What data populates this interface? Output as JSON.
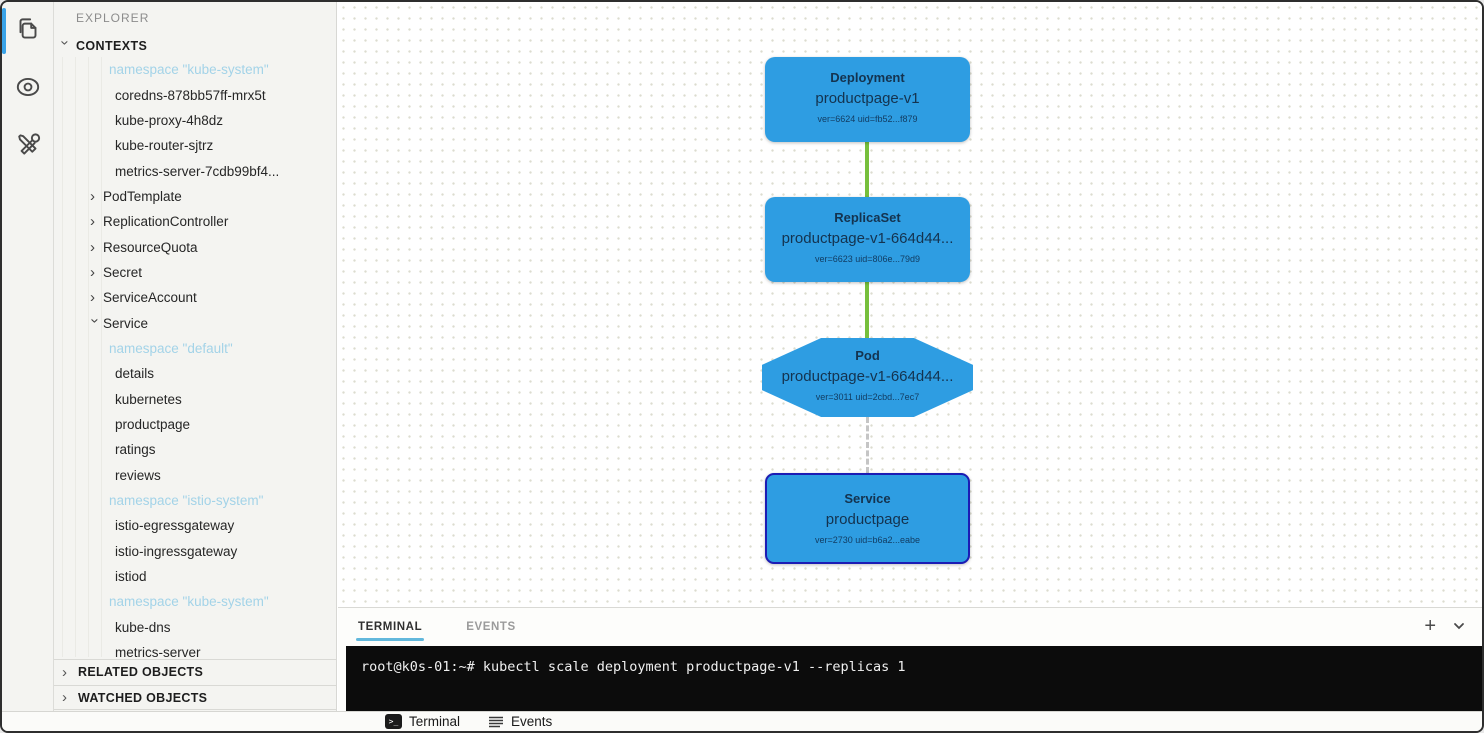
{
  "colors": {
    "accent_blue": "#39a3e8",
    "node_fill": "#2e9de2",
    "node_text": "#14334f",
    "edge_green": "#76bf3c",
    "edge_dashed_gray": "#c5c5c5",
    "selected_node_border": "#1c1cb4",
    "namespace_text": "#a3d3e8",
    "active_tab_underline": "#62b8dc",
    "terminal_bg": "#0c0c0c"
  },
  "activity_bar": {
    "items": [
      {
        "id": "explorer",
        "icon": "copy-icon",
        "active": true
      },
      {
        "id": "watch",
        "icon": "eye-icon",
        "active": false
      },
      {
        "id": "tools",
        "icon": "tools-icon",
        "active": false
      }
    ]
  },
  "sidebar": {
    "header": "EXPLORER",
    "contexts_label": "CONTEXTS",
    "related_label": "RELATED OBJECTS",
    "watched_label": "WATCHED OBJECTS",
    "tree": [
      {
        "label": "namespace \"kube-system\"",
        "type": "namespace"
      },
      {
        "label": "coredns-878bb57ff-mrx5t",
        "type": "leaf"
      },
      {
        "label": "kube-proxy-4h8dz",
        "type": "leaf"
      },
      {
        "label": "kube-router-sjtrz",
        "type": "leaf"
      },
      {
        "label": "metrics-server-7cdb99bf4...",
        "type": "leaf"
      },
      {
        "label": "PodTemplate",
        "type": "collapsed"
      },
      {
        "label": "ReplicationController",
        "type": "collapsed"
      },
      {
        "label": "ResourceQuota",
        "type": "collapsed"
      },
      {
        "label": "Secret",
        "type": "collapsed"
      },
      {
        "label": "ServiceAccount",
        "type": "collapsed"
      },
      {
        "label": "Service",
        "type": "expanded"
      },
      {
        "label": "namespace \"default\"",
        "type": "namespace"
      },
      {
        "label": "details",
        "type": "leaf"
      },
      {
        "label": "kubernetes",
        "type": "leaf"
      },
      {
        "label": "productpage",
        "type": "leaf"
      },
      {
        "label": "ratings",
        "type": "leaf"
      },
      {
        "label": "reviews",
        "type": "leaf"
      },
      {
        "label": "namespace \"istio-system\"",
        "type": "namespace"
      },
      {
        "label": "istio-egressgateway",
        "type": "leaf"
      },
      {
        "label": "istio-ingressgateway",
        "type": "leaf"
      },
      {
        "label": "istiod",
        "type": "leaf"
      },
      {
        "label": "namespace \"kube-system\"",
        "type": "namespace"
      },
      {
        "label": "kube-dns",
        "type": "leaf"
      },
      {
        "label": "metrics-server",
        "type": "leaf"
      }
    ]
  },
  "graph": {
    "nodes": [
      {
        "kind": "Deployment",
        "name": "productpage-v1",
        "meta": "ver=6624 uid=fb52...f879",
        "shape": "rounded-rect",
        "selected": false
      },
      {
        "kind": "ReplicaSet",
        "name": "productpage-v1-664d44...",
        "meta": "ver=6623 uid=806e...79d9",
        "shape": "rounded-rect",
        "selected": false
      },
      {
        "kind": "Pod",
        "name": "productpage-v1-664d44...",
        "meta": "ver=3011 uid=2cbd...7ec7",
        "shape": "octagon",
        "selected": false
      },
      {
        "kind": "Service",
        "name": "productpage",
        "meta": "ver=2730 uid=b6a2...eabe",
        "shape": "rounded-rect",
        "selected": true
      }
    ],
    "edges": [
      {
        "from": "Deployment",
        "to": "ReplicaSet",
        "style": "solid-green"
      },
      {
        "from": "ReplicaSet",
        "to": "Pod",
        "style": "solid-green"
      },
      {
        "from": "Pod",
        "to": "Service",
        "style": "dashed-gray"
      }
    ]
  },
  "panel": {
    "tabs": [
      {
        "label": "TERMINAL",
        "active": true
      },
      {
        "label": "EVENTS",
        "active": false
      }
    ],
    "add_label": "+",
    "terminal_line": "root@k0s-01:~# kubectl scale deployment productpage-v1 --replicas 1"
  },
  "status_bar": {
    "items": [
      {
        "label": "Terminal",
        "icon": "terminal-icon"
      },
      {
        "label": "Events",
        "icon": "events-icon"
      }
    ]
  }
}
